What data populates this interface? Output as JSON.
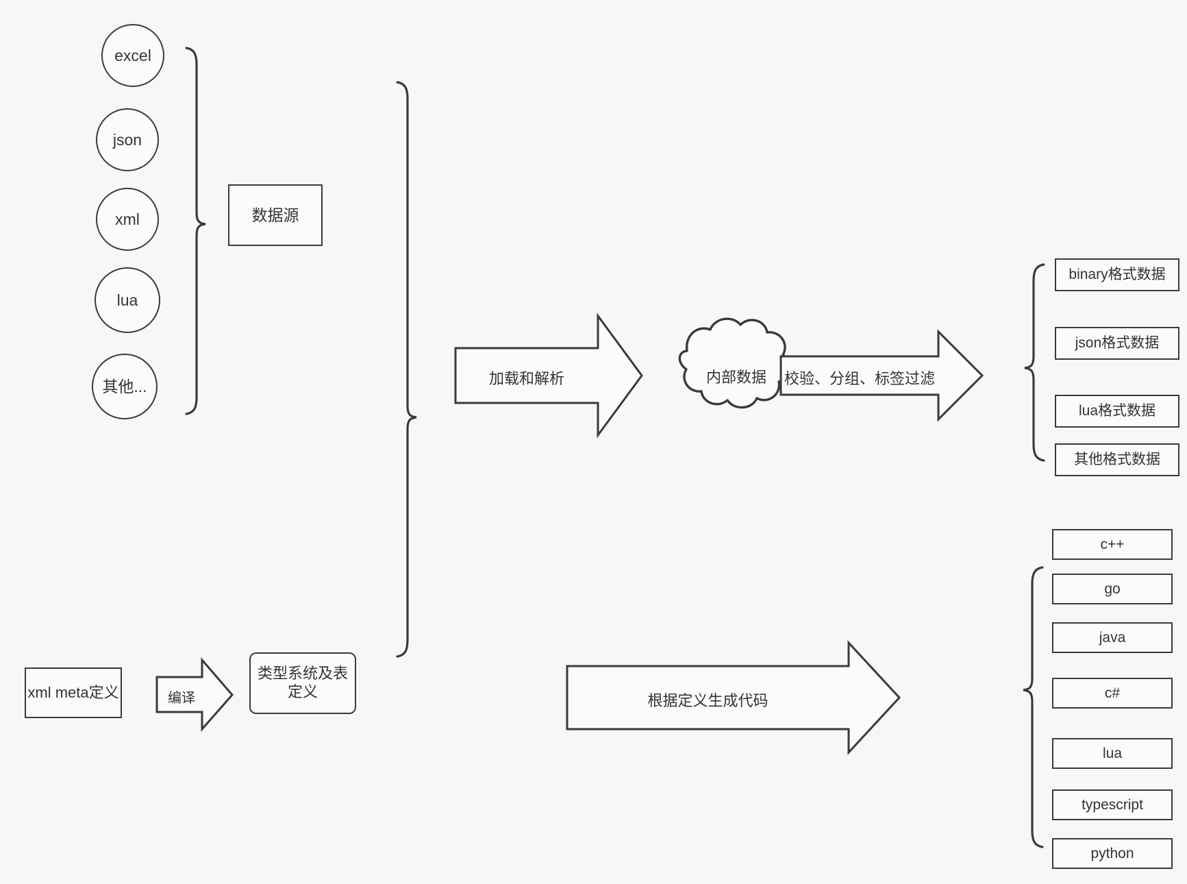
{
  "diagram": {
    "title": "data pipeline architecture diagram",
    "background_color": "#f7f7f7",
    "stroke_color": "#3a3a3a",
    "text_color": "#333333"
  },
  "sources": {
    "group_label": "数据源",
    "items": [
      {
        "label": "excel"
      },
      {
        "label": "json"
      },
      {
        "label": "xml"
      },
      {
        "label": "lua"
      },
      {
        "label": "其他..."
      }
    ]
  },
  "pipeline": {
    "load_arrow_label": "加载和解析",
    "internal_data_label": "内部数据",
    "filter_arrow_label": "校验、分组、标签过滤",
    "generate_arrow_label": "根据定义生成代码"
  },
  "meta": {
    "definition_label": "xml meta定义",
    "compile_arrow_label": "编译",
    "type_system_label": "类型系统及表定义"
  },
  "outputs": {
    "formats": [
      {
        "label": "binary格式数据"
      },
      {
        "label": "json格式数据"
      },
      {
        "label": "lua格式数据"
      },
      {
        "label": "其他格式数据"
      }
    ],
    "languages": [
      {
        "label": "c++"
      },
      {
        "label": "go"
      },
      {
        "label": "java"
      },
      {
        "label": "c#"
      },
      {
        "label": "lua"
      },
      {
        "label": "typescript"
      },
      {
        "label": "python"
      }
    ]
  }
}
